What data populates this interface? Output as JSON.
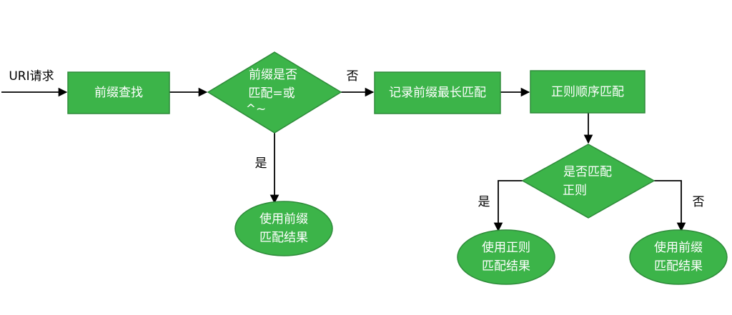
{
  "diagram": {
    "entry_label": "URI请求",
    "nodes": {
      "prefix_lookup": {
        "lines": [
          "前缀查找"
        ]
      },
      "prefix_check": {
        "lines": [
          "前缀是否",
          "匹配=或",
          "^~"
        ]
      },
      "record_prefix": {
        "lines": [
          "记录前缀最长匹配"
        ]
      },
      "regex_order": {
        "lines": [
          "正则顺序匹配"
        ]
      },
      "regex_check": {
        "lines": [
          "是否匹配",
          "正则"
        ]
      },
      "use_prefix_result": {
        "lines": [
          "使用前缀",
          "匹配结果"
        ]
      },
      "use_regex_result": {
        "lines": [
          "使用正则",
          "匹配结果"
        ]
      },
      "use_prefix_result_2": {
        "lines": [
          "使用前缀",
          "匹配结果"
        ]
      }
    },
    "edge_labels": {
      "prefix_no": "否",
      "prefix_yes": "是",
      "regex_yes": "是",
      "regex_no": "否"
    },
    "colors": {
      "node_fill": "#3cb449",
      "node_stroke": "#2e8b3a",
      "node_text": "#ffffff",
      "edge": "#000000"
    }
  }
}
